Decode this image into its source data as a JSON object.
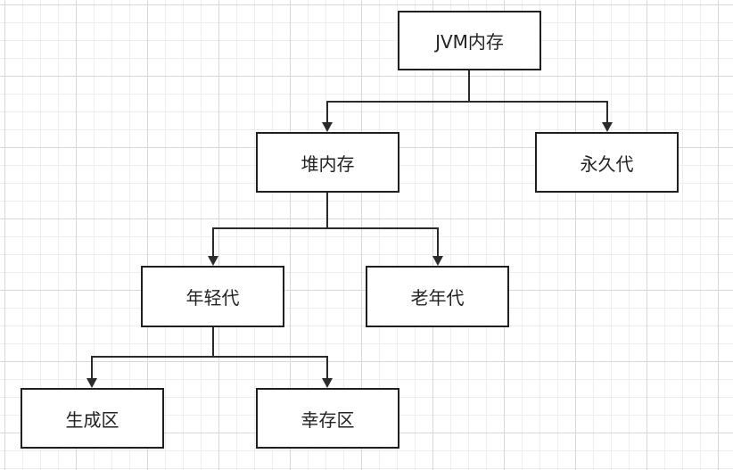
{
  "diagram": {
    "nodes": {
      "jvm_memory": "JVM内存",
      "heap_memory": "堆内存",
      "permanent_generation": "永久代",
      "young_generation": "年轻代",
      "old_generation": "老年代",
      "eden_space": "生成区",
      "survivor_space": "幸存区"
    },
    "edges": [
      [
        "jvm_memory",
        "heap_memory"
      ],
      [
        "jvm_memory",
        "permanent_generation"
      ],
      [
        "heap_memory",
        "young_generation"
      ],
      [
        "heap_memory",
        "old_generation"
      ],
      [
        "young_generation",
        "eden_space"
      ],
      [
        "young_generation",
        "survivor_space"
      ]
    ]
  }
}
